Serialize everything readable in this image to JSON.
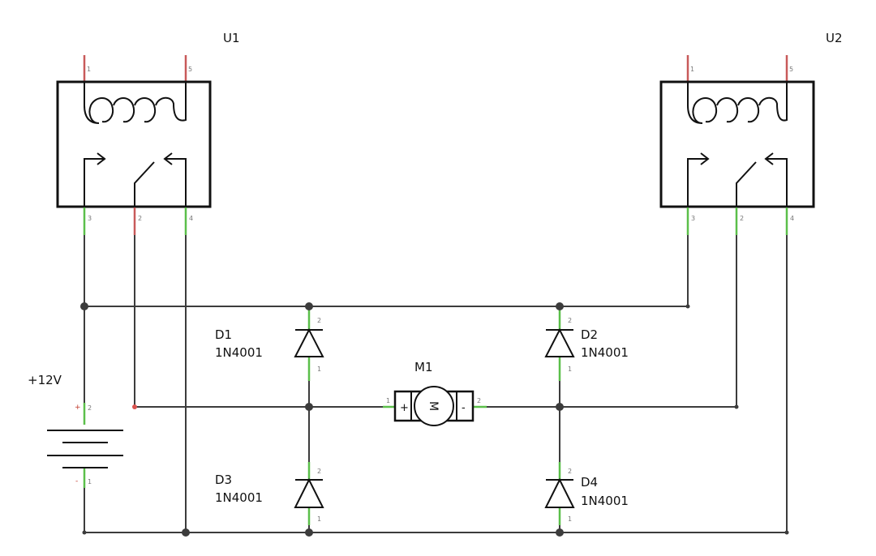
{
  "relays": {
    "u1": {
      "ref": "U1",
      "pins": {
        "p1": "1",
        "p5": "5",
        "p3": "3",
        "p2": "2",
        "p4": "4"
      }
    },
    "u2": {
      "ref": "U2",
      "pins": {
        "p1": "1",
        "p5": "5",
        "p3": "3",
        "p2": "2",
        "p4": "4"
      }
    }
  },
  "battery": {
    "label": "+12V",
    "plus": "+",
    "minus": "-",
    "pin_top": "2",
    "pin_bottom": "1"
  },
  "motor": {
    "ref": "M1",
    "symbol": "M",
    "plus": "+",
    "minus": "-",
    "pin_left": "1",
    "pin_right": "2"
  },
  "diodes": {
    "d1": {
      "ref": "D1",
      "part": "1N4001",
      "pin_top": "2",
      "pin_bottom": "1"
    },
    "d2": {
      "ref": "D2",
      "part": "1N4001",
      "pin_top": "2",
      "pin_bottom": "1"
    },
    "d3": {
      "ref": "D3",
      "part": "1N4001",
      "pin_top": "2",
      "pin_bottom": "1"
    },
    "d4": {
      "ref": "D4",
      "part": "1N4001",
      "pin_top": "2",
      "pin_bottom": "1"
    }
  },
  "colors": {
    "wire": "#3c3c3c",
    "pin_connected": "#5bbf4a",
    "pin_unconnected": "#c85a5a"
  }
}
